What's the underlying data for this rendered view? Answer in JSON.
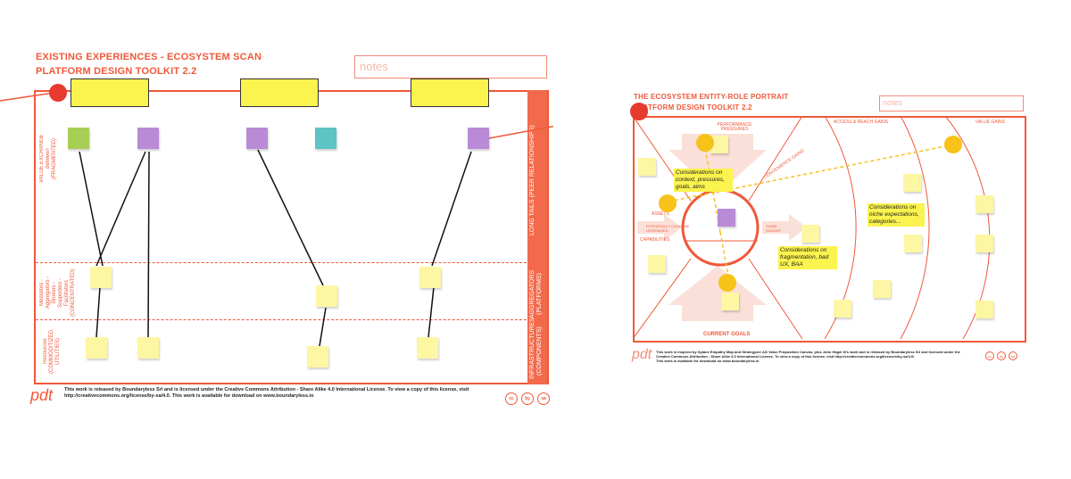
{
  "left_canvas": {
    "title_line1": "EXISTING EXPERIENCES - ECOSYSTEM SCAN",
    "title_line2": "PLATFORM DESIGN TOOLKIT 2.2",
    "notes_placeholder": "notes",
    "rows": {
      "value_exchange": "VALUE EXCHANGE\nbetween\n(FRAGMENTED)",
      "mediators": "Mediators -\nAggregators - Brokers -\nSupporters -\nFacilitators\n(CONCENTRATED)",
      "resources": "Resources\n(COMMODITIZED,\nUTILITIES)"
    },
    "side": {
      "long_tails": "LONG TAILS (PEER RELATIONSHIPS)",
      "aggregators": "AGGREGATORS\n(PLATFORMS)",
      "infrastructures": "INFRASTRUCTURES\n(COMPONENTS)"
    },
    "footer": "This work is released by Boundaryless Srl and is licensed under the Creative Commons Attribution - Share Alike 4.0 International License. To view a copy of this license, visit\nhttp://creativecommons.org/license/by-sa/4.0. This work is available for download on www.boundaryless.io",
    "logo": "pdt",
    "license_icons": [
      "cc",
      "by",
      "sa"
    ]
  },
  "right_canvas": {
    "title_line1": "THE ECOSYSTEM ENTITY-ROLE PORTRAIT",
    "title_line2": "PLATFORM DESIGN TOOLKIT 2.2",
    "notes_placeholder": "notes",
    "labels": {
      "performance_pressures": "PERFORMANCE PRESSURES",
      "access_reach_gains": "ACCESS & REACH GAINS",
      "value_gains": "VALUE GAINS",
      "convenience_gains": "CONVENIENCE GAINS",
      "assets": "ASSETS",
      "potentially_leveraged": "POTENTIALLY COULD BE LEVERAGED",
      "capabilities": "CAPABILITIES",
      "gains_sought": "GAINS SOUGHT",
      "current_goals": "CURRENT GOALS"
    },
    "annotations": [
      "Considerations on context, pressures, goals, aims",
      "Considerations on fragmentation, bad UX, BAA",
      "Considerations on niche expectations, categories..."
    ],
    "footer": "This work is inspired by Xplane Empathy Map and Strategyzer AG Value Proposition Canvas, plus John Hagel III's work    and is released by Boundaryless Srl and licensed under the\nCreative Commons Attribution - Share Alike 4.0 International License. To view a copy of this license, visit http://creativecommons.org/licenses/by-sa/4.0/\nThis work is available for download on www.boundaryless.io",
    "logo": "pdt",
    "license_icons": [
      "cc",
      "by",
      "sa"
    ]
  },
  "colors": {
    "accent": "#f0583a",
    "sticky_yellow": "#fdf6a3",
    "purple": "#b98bd6",
    "green": "#a7cf55",
    "teal": "#5ec3c3",
    "bar_yellow": "#fbf34e",
    "marker": "#f7c21a"
  }
}
